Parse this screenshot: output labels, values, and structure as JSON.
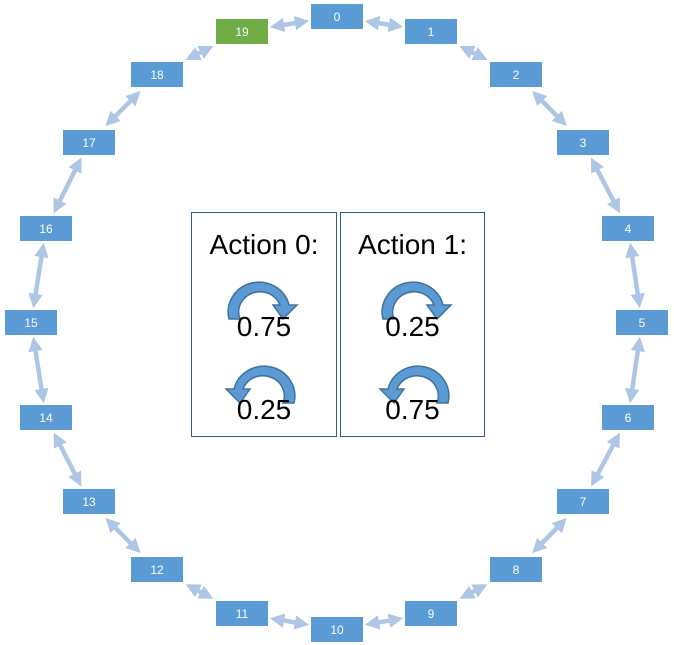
{
  "ring": {
    "states": [
      "0",
      "1",
      "2",
      "3",
      "4",
      "5",
      "6",
      "7",
      "8",
      "9",
      "10",
      "11",
      "12",
      "13",
      "14",
      "15",
      "16",
      "17",
      "18",
      "19"
    ],
    "highlighted_state": "19",
    "colors": {
      "state": "#5b9bd5",
      "highlighted": "#70ad47",
      "link": "#adc6e5"
    }
  },
  "actions": [
    {
      "title": "Action 0:",
      "clockwise_prob": "0.75",
      "counterclockwise_prob": "0.25",
      "clockwise_icon": "clockwise-arrow-icon",
      "counterclockwise_icon": "counterclockwise-arrow-icon"
    },
    {
      "title": "Action 1:",
      "clockwise_prob": "0.25",
      "counterclockwise_prob": "0.75",
      "clockwise_icon": "clockwise-arrow-icon",
      "counterclockwise_icon": "counterclockwise-arrow-icon"
    }
  ]
}
